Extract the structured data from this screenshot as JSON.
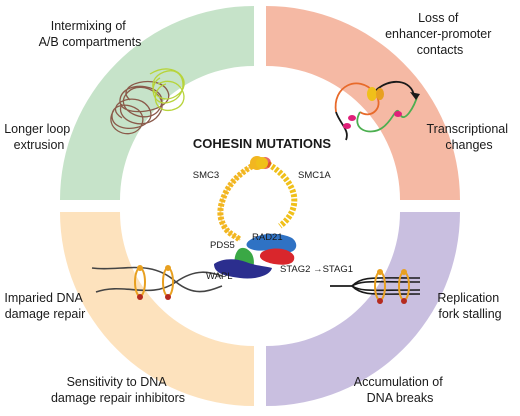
{
  "title": "COHESIN MUTATIONS",
  "colors": {
    "top_left": "#c6e3c9",
    "top_right": "#f5b9a4",
    "bottom_left": "#fde2bd",
    "bottom_right": "#c9bfe0",
    "smc3": "#f2b620",
    "smc1a": "#f0c01a",
    "rad21": "#2f72c4",
    "stag": "#d9262c",
    "pds5": "#3aa845",
    "wapl": "#2b2e8e"
  },
  "quadrants": {
    "top_left": {
      "label_1": [
        "Intermixing of",
        "A/B compartments"
      ],
      "label_2": [
        "Longer loop",
        "extrusion"
      ]
    },
    "top_right": {
      "label_1": [
        "Loss of",
        "enhancer-promoter",
        "contacts"
      ],
      "label_2": [
        "Transcriptional",
        "changes"
      ]
    },
    "bottom_left": {
      "label_1": [
        "Imparied DNA",
        "damage repair"
      ],
      "label_2": [
        "Sensitivity to DNA",
        "damage repair inhibitors"
      ]
    },
    "bottom_right": {
      "label_1": [
        "Replication",
        "fork stalling"
      ],
      "label_2": [
        "Accumulation of",
        "DNA breaks"
      ]
    }
  },
  "proteins": {
    "smc3": "SMC3",
    "smc1a": "SMC1A",
    "rad21": "RAD21",
    "pds5": "PDS5",
    "stag": "STAG2 →STAG1",
    "wapl": "WAPL"
  }
}
